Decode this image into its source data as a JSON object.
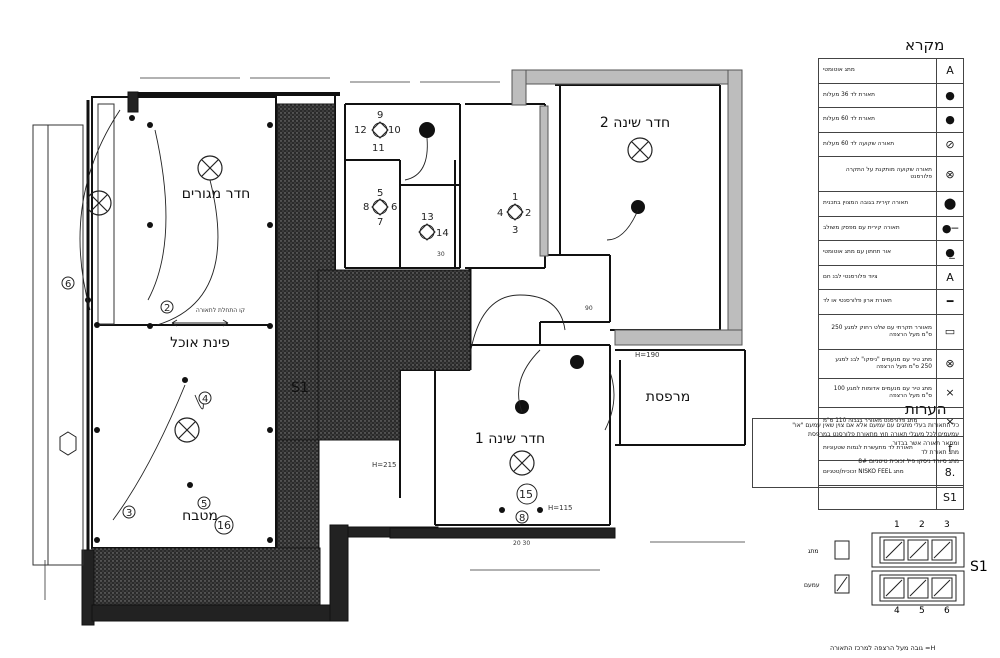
{
  "legend": {
    "title": "מקרא",
    "items": [
      {
        "sym": "A",
        "text": "מתג אוטומטי",
        "icon": "auto-switch-icon"
      },
      {
        "sym": "●",
        "text": "תאורת לד 36 מעלות",
        "icon": "led-36-light-icon"
      },
      {
        "sym": "●",
        "text": "תאורת לד 60 מעלות",
        "icon": "led-60-light-icon"
      },
      {
        "sym": "⊘",
        "text": "תאורה שקועה לד 60 מעלות",
        "icon": "recessed-led-icon"
      },
      {
        "sym": "⊗",
        "text": "תאורה שקועה מותקנת על התקרה פלורסנט",
        "icon": "ceiling-fluorescent-icon"
      },
      {
        "sym": "⬤",
        "text": "תאורה קירית בגובה המצוין בתכנית",
        "icon": "wall-light-icon"
      },
      {
        "sym": "●─",
        "text": "תאורה קירית עם מפסק משולב",
        "icon": "wall-light-switch-icon"
      },
      {
        "sym": "●̲",
        "text": "אור תחתון עם מתג אוטומטי",
        "icon": "under-light-icon"
      },
      {
        "sym": "A",
        "text": "ציוד פלורסנטי לבנ חם",
        "icon": "fluorescent-fixture-icon"
      },
      {
        "sym": "━",
        "text": "תאורת ארון פלורסנטי או לד",
        "icon": "cabinet-light-icon"
      },
      {
        "sym": "▭",
        "text": "מאוורר תקרתי עם שלט רחוק למגע 250 ס\"מ מעל הרצפה",
        "icon": "ceiling-fan-icon"
      },
      {
        "sym": "⊗",
        "text": "מתג טיר עם מנעמים \"ניסקו\" לבנ למגע 250 ס\"מ מעל הרצפה",
        "icon": "tier-switch-icon"
      },
      {
        "sym": "×",
        "text": "מתג טיר עם מנעמים אדומות למגע 100 ס\"מ מעל הרצפה",
        "icon": "red-switch-icon"
      },
      {
        "sym": "×",
        "text": "מתג פלורסנט מאוורר בגבוה 110 ס\"מ",
        "icon": "fan-switch-icon"
      },
      {
        "sym": "f",
        "text": "תאורת לד מתעשרת לגמות שטעוניות",
        "icon": "led-strip-icon"
      },
      {
        "sym": "8.",
        "text": "מתג NISKO FEEL זכוכית/טטניום",
        "icon": "nisko-switch-icon"
      },
      {
        "sym": "S1",
        "text": "",
        "icon": "s1-label"
      }
    ]
  },
  "notes": {
    "title": "הערות",
    "lines": [
      "כל התאורות בעלי מתגים עם עמעם אלא אם צוין שאין עמעם \"או\"",
      "עמעמים לכל מעגלי תאורה חוץ מתאורת פלורסנט במרפסת",
      "ומתאר תאורה אשר בבדור",
      "מתג תאורת לד",
      "מתג סיוחד ניסקו פיל זכוכית טיטניום 8#"
    ]
  },
  "rooms": {
    "living": "חדר מגורים",
    "dining": "פינת אוכל",
    "kitchen": "מטבח",
    "bedroom1": "חדר שינה 1",
    "bedroom2": "חדר שינה 2",
    "balcony": "מרפסת",
    "s1": "S1"
  },
  "plan_labels": {
    "n1": "1",
    "n2": "2",
    "n3": "3",
    "n4": "4",
    "n5": "5",
    "n6": "6",
    "n7": "7",
    "n8": "8",
    "n9": "9",
    "n10": "10",
    "n11": "11",
    "n12": "12",
    "n13": "13",
    "n14": "14",
    "n15": "15",
    "n16": "16",
    "h190": "H=190",
    "h215": "H=215",
    "h115": "H=115",
    "dims2030": "20 30",
    "dim30": "30",
    "dim90": "90",
    "arrow_note": "קו התחלת לתאורה"
  },
  "switch_panel": {
    "label": "S1",
    "top_nums": [
      "1",
      "2",
      "3"
    ],
    "bottom_nums": [
      "4",
      "5",
      "6"
    ],
    "key_switch": "מתג",
    "key_dimmer": "עמעם"
  },
  "footer": "H= גובה מעל הרצפה למרכז התאורה"
}
